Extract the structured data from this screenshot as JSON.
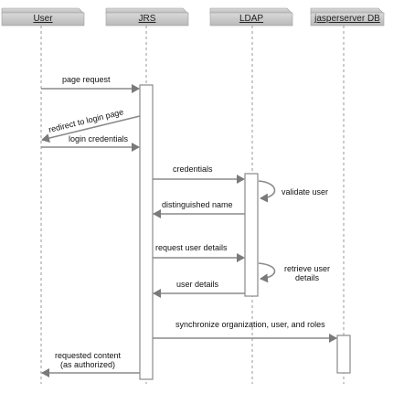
{
  "participants": [
    {
      "id": "user",
      "label": "User"
    },
    {
      "id": "jrs",
      "label": "JRS"
    },
    {
      "id": "ldap",
      "label": "LDAP"
    },
    {
      "id": "db",
      "label": "jasperserver DB"
    }
  ],
  "messages": {
    "page_request": "page request",
    "redirect": "redirect to login page",
    "login_credentials": "login credentials",
    "credentials": "credentials",
    "validate_user": "validate user",
    "distinguished_name": "distinguished name",
    "request_user_details": "request user details",
    "retrieve_line1": "retrieve user",
    "retrieve_line2": "details",
    "user_details": "user details",
    "synchronize": "synchronize organization, user, and roles",
    "requested_line1": "requested content",
    "requested_line2": "(as authorized)"
  },
  "colors": {
    "header_fill": "#c8c8c8",
    "line": "#8a8a8a",
    "arrowhead": "#7a7a7a"
  }
}
